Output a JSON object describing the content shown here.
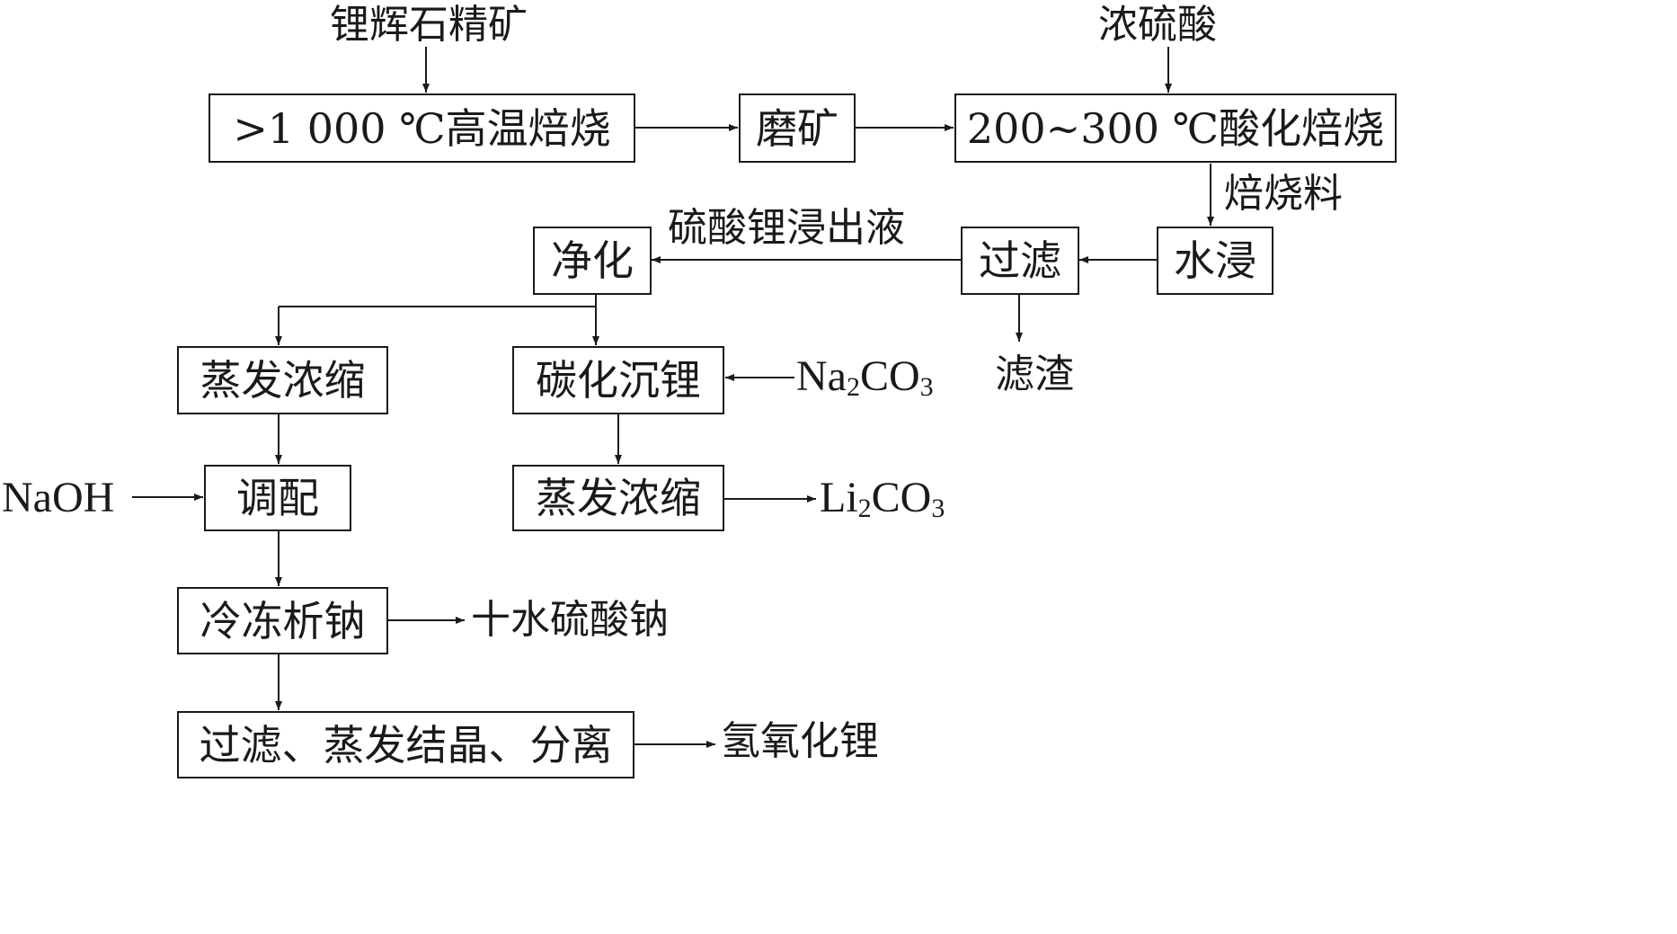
{
  "inputs": {
    "ore": "锂辉石精矿",
    "conc_acid": "浓硫酸",
    "naoh": "NaOH",
    "na2co3": {
      "base": "Na",
      "sub1": "2",
      "mid": "CO",
      "sub2": "3"
    }
  },
  "steps": {
    "roast_high": ">1 000 ℃高温焙烧",
    "grind": "磨矿",
    "acid_roast": "200~300 ℃酸化焙烧",
    "water_leach": "水浸",
    "filter": "过滤",
    "purify": "净化",
    "evap_left": "蒸发浓缩",
    "carbonate_precip": "碳化沉锂",
    "evap_mid": "蒸发浓缩",
    "blend": "调配",
    "freeze": "冷冻析钠",
    "final": "过滤、蒸发结晶、分离"
  },
  "streams": {
    "roasted_material": "焙烧料",
    "leachate": "硫酸锂浸出液",
    "residue": "滤渣"
  },
  "products": {
    "li2co3": {
      "base": "Li",
      "sub1": "2",
      "mid": "CO",
      "sub2": "3"
    },
    "glauber_salt": "十水硫酸钠",
    "lioh": "氢氧化锂"
  }
}
